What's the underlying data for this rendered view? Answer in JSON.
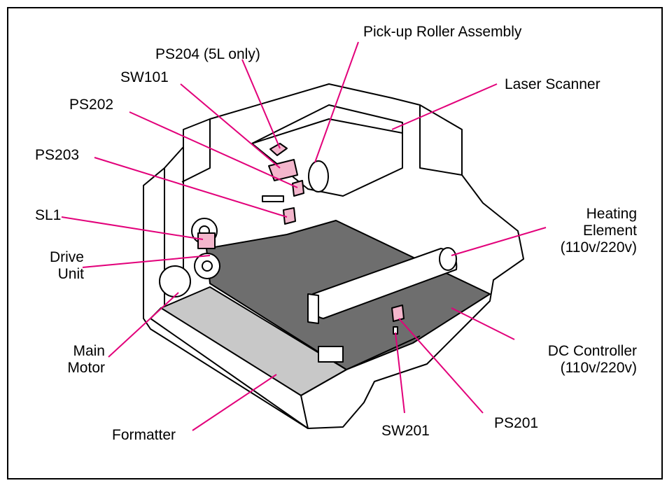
{
  "labels": {
    "pickup_roller": "Pick-up Roller Assembly",
    "ps204": "PS204 (5L only)",
    "sw101": "SW101",
    "laser_scanner": "Laser Scanner",
    "ps202": "PS202",
    "ps203": "PS203",
    "sl1": "SL1",
    "drive_unit_1": "Drive",
    "drive_unit_2": "Unit",
    "heating_1": "Heating",
    "heating_2": "Element",
    "heating_3": "(110v/220v)",
    "main_motor_1": "Main",
    "main_motor_2": "Motor",
    "dc_controller_1": "DC Controller",
    "dc_controller_2": "(110v/220v)",
    "formatter": "Formatter",
    "sw201": "SW201",
    "ps201": "PS201"
  },
  "colors": {
    "leader_line": "#e2007a",
    "sensor_fill": "#f3b6cc",
    "board_dark": "#6e6e6e",
    "board_light": "#c8c8c8",
    "outline": "#000000",
    "background": "#ffffff"
  }
}
